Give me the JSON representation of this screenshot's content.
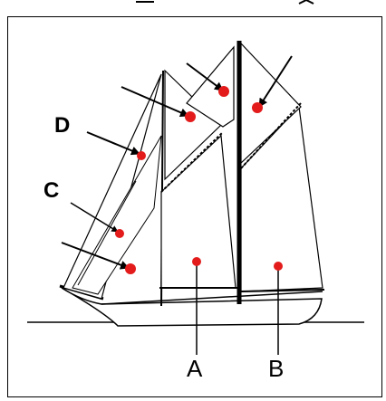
{
  "diagram": {
    "labels": {
      "A": "A",
      "B": "B",
      "C": "C",
      "D": "D"
    },
    "colors": {
      "marker": "#e31b1b",
      "line": "#000000",
      "hull": "#000000"
    }
  }
}
